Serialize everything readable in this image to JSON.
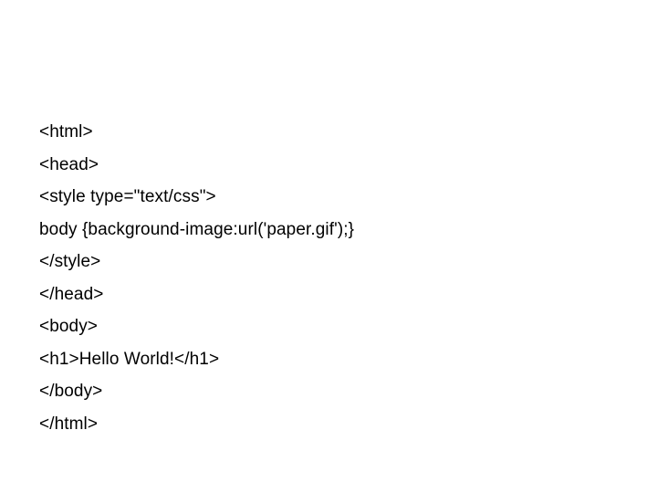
{
  "slide": {
    "lines": [
      "<html>",
      "<head>",
      "<style type=\"text/css\">",
      "body {background-image:url('paper.gif');}",
      "</style>",
      "</head>",
      "<body>",
      "<h1>Hello World!</h1>",
      "</body>",
      "</html>"
    ]
  }
}
